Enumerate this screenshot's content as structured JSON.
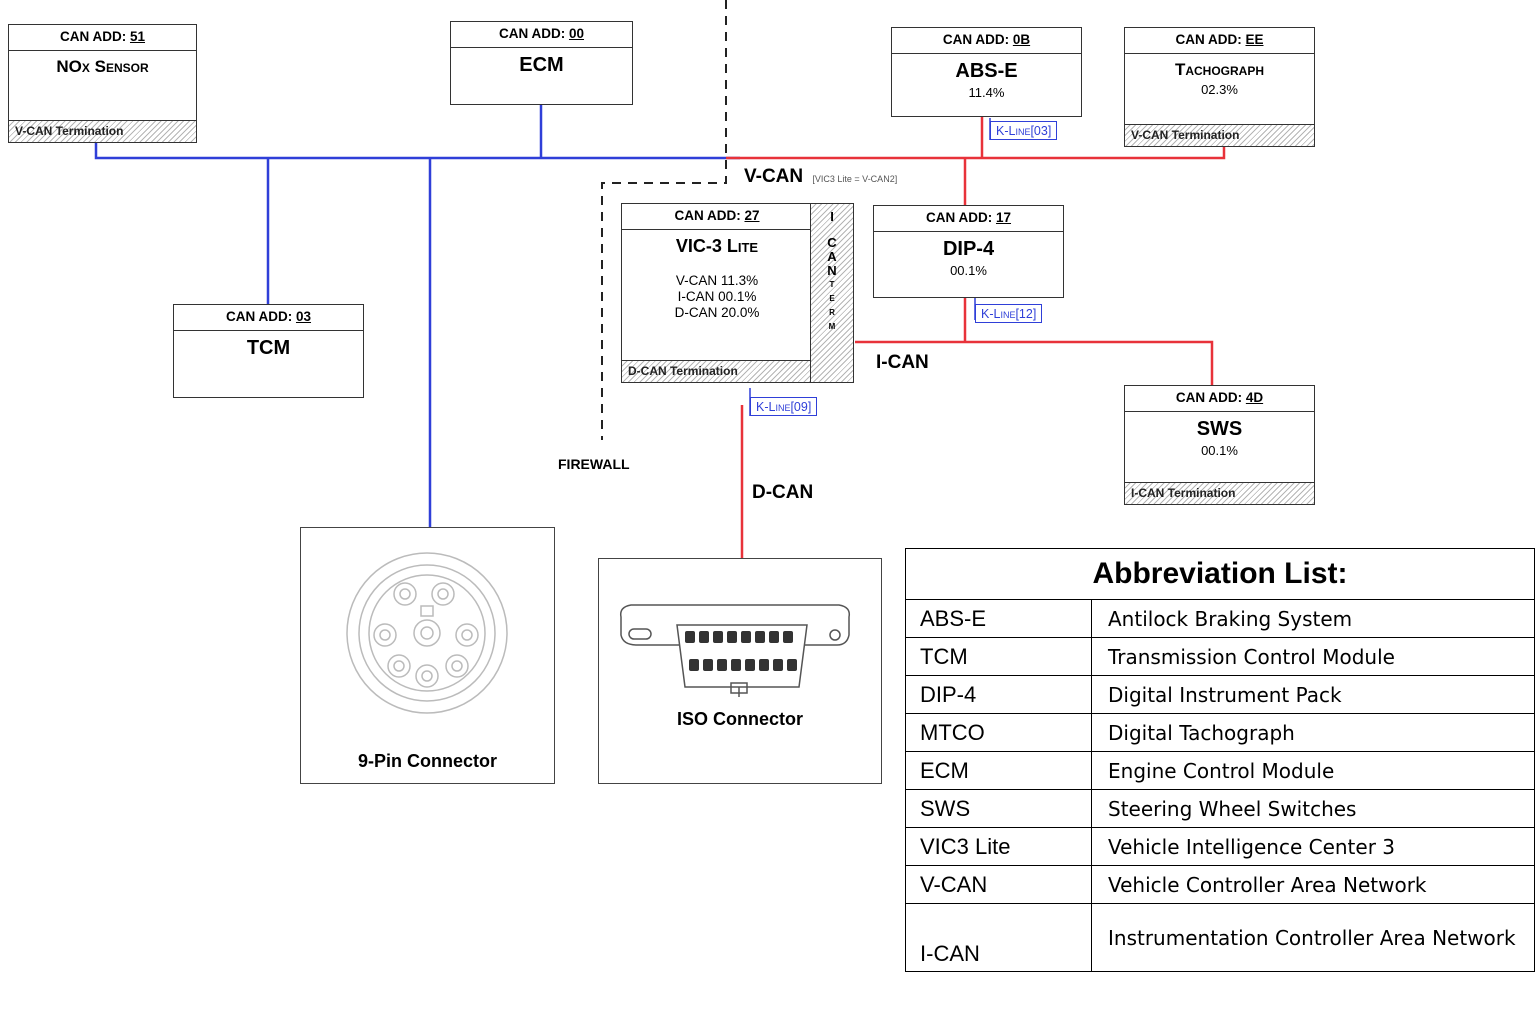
{
  "modules": {
    "nox": {
      "hdr": "CAN ADD: ",
      "addr": "51",
      "name": "NOx Sensor",
      "term": "V-CAN Termination"
    },
    "ecm": {
      "hdr": "CAN ADD: ",
      "addr": "00",
      "name": "ECM"
    },
    "abs": {
      "hdr": "CAN ADD: ",
      "addr": "0B",
      "name": "ABS-E",
      "pct": "11.4%"
    },
    "tacho": {
      "hdr": "CAN ADD: ",
      "addr": "EE",
      "name": "Tachograph",
      "pct": "02.3%",
      "term": "V-CAN Termination"
    },
    "vic": {
      "hdr": "CAN ADD: ",
      "addr": "27",
      "name": "VIC-3 Lite",
      "stat1": "V-CAN 11.3%",
      "stat2": "I-CAN 00.1%",
      "stat3": "D-CAN 20.0%",
      "term": "D-CAN Termination",
      "side": [
        "I",
        "C",
        "A",
        "N",
        "T",
        "E",
        "R",
        "M"
      ]
    },
    "dip": {
      "hdr": "CAN ADD: ",
      "addr": "17",
      "name": "DIP-4",
      "pct": "00.1%"
    },
    "tcm": {
      "hdr": "CAN ADD: ",
      "addr": "03",
      "name": "TCM"
    },
    "sws": {
      "hdr": "CAN ADD: ",
      "addr": "4D",
      "name": "SWS",
      "pct": "00.1%",
      "term": "I-CAN Termination"
    }
  },
  "klines": {
    "abs": "K-Line[03]",
    "dip": "K-Line[12]",
    "vic": "K-Line[09]"
  },
  "bus_labels": {
    "vcan": "V-CAN",
    "vcan_note": "[VIC3 Lite = V-CAN2]",
    "ican": "I-CAN",
    "dcan": "D-CAN",
    "firewall": "FIREWALL"
  },
  "connectors": {
    "nine_pin": "9-Pin Connector",
    "iso": "ISO Connector"
  },
  "abbreviations": {
    "title": "Abbreviation List:",
    "rows": [
      {
        "k": "ABS-E",
        "v": "Antilock Braking System"
      },
      {
        "k": "TCM",
        "v": "Transmission Control Module"
      },
      {
        "k": "DIP-4",
        "v": "Digital Instrument Pack"
      },
      {
        "k": "MTCO",
        "v": "Digital Tachograph"
      },
      {
        "k": "ECM",
        "v": "Engine Control Module"
      },
      {
        "k": "SWS",
        "v": "Steering Wheel Switches"
      },
      {
        "k": "VIC3 Lite",
        "v": "Vehicle Intelligence Center 3"
      },
      {
        "k": "V-CAN",
        "v": "Vehicle Controller Area Network"
      },
      {
        "k": "I-CAN",
        "v": "Instrumentation Controller Area Network"
      }
    ]
  },
  "colors": {
    "vcan_blue": "#2f3fd8",
    "can_red": "#e8323a",
    "kline_blue": "#2f3fd8"
  }
}
